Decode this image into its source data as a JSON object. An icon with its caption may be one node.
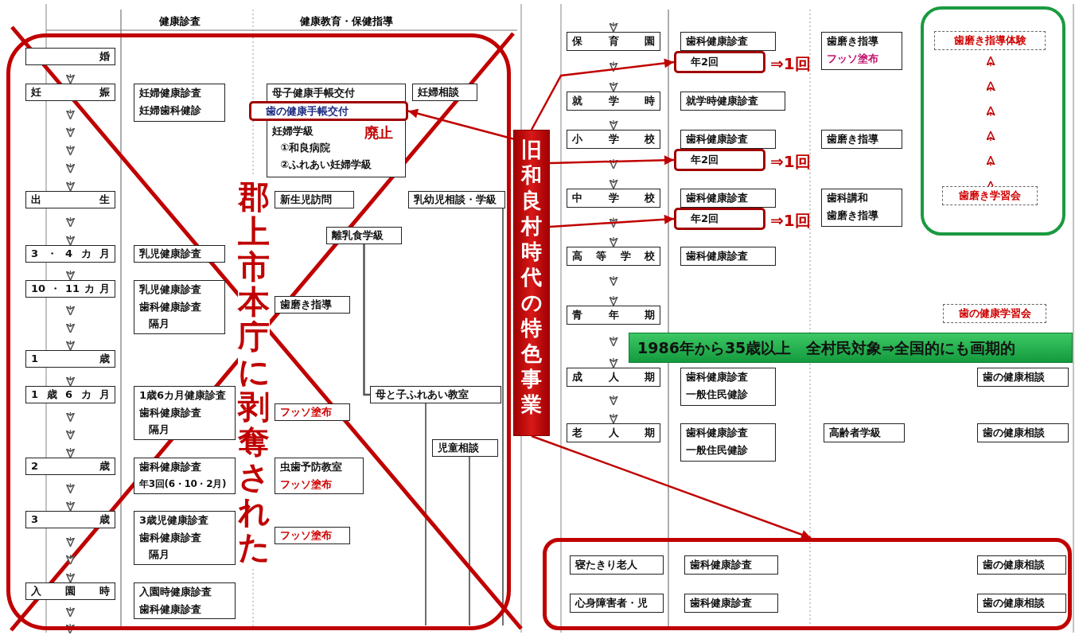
{
  "diagram": {
    "nodes": [
      {
        "text": [],
        "shape": "box"
      },
      {
        "text": [
          "婚"
        ],
        "in": 0
      },
      {
        "text": [
          "妊娠"
        ],
        "in": 0
      },
      {
        "text": [
          "妊婦健康診査",
          "妊婦歯科健診"
        ],
        "in": 0
      },
      {
        "text": [
          "母子健康手帳交付",
          "妊婦学級",
          "①和良病院",
          "②ふれあい妊婦学級"
        ],
        "in": 0
      },
      {
        "text": [
          "歯の健康手帳交付"
        ],
        "beside": [
          "廃止"
        ],
        "in": 0
      },
      {
        "text": [
          "妊婦相談"
        ],
        "in": 0
      },
      {
        "text": [
          "出生"
        ],
        "in": 0
      },
      {
        "text": [
          "新生児訪問"
        ],
        "in": 0
      },
      {
        "text": [
          "乳幼児相談・学級"
        ],
        "in": 0
      },
      {
        "text": [
          "3・4カ月"
        ],
        "in": 0
      },
      {
        "text": [
          "乳児健康診査"
        ],
        "in": 0
      },
      {
        "text": [
          "10・11カ月"
        ],
        "in": 0
      },
      {
        "text": [
          "乳児健康診査",
          "歯科健康診査",
          "隔月"
        ],
        "in": 0
      },
      {
        "text": [
          "離乳食学級"
        ],
        "in": 0
      },
      {
        "text": [
          "歯磨き指導"
        ],
        "in": 0
      },
      {
        "text": [
          "1歳"
        ],
        "in": 0
      },
      {
        "text": [
          "1歳6カ月"
        ],
        "in": 0
      },
      {
        "text": [
          "1歳6カ月健康診査",
          "歯科健康診査",
          "隔月"
        ],
        "in": 0
      },
      {
        "text": [
          "フッソ塗布"
        ],
        "in": 0
      },
      {
        "text": [
          "母と子ふれあい教室"
        ],
        "in": 0
      },
      {
        "text": [
          "児童相談"
        ],
        "in": 0
      },
      {
        "text": [
          "2歳"
        ],
        "in": 0
      },
      {
        "text": [
          "歯科健康診査",
          "年3回(6・10・2月)"
        ],
        "in": 0
      },
      {
        "text": [
          "虫歯予防教室",
          "フッソ塗布"
        ],
        "in": 0
      },
      {
        "text": [
          "3歳"
        ],
        "in": 0
      },
      {
        "text": [
          "3歳児健康診査",
          "歯科健康診査",
          "隔月"
        ],
        "in": 0
      },
      {
        "text": [
          "フッソ塗布"
        ],
        "in": 0
      },
      {
        "text": [
          "入園時"
        ],
        "in": 0
      },
      {
        "text": [
          "入園時健康診査",
          "歯科健康診査"
        ],
        "in": 0
      },
      {
        "text": [
          "旧和良村時代の特色事業"
        ]
      },
      {
        "text": [],
        "shape": "box"
      },
      {
        "text": [
          "歯磨き指導体験"
        ],
        "in": 31
      },
      {
        "text": [
          "歯磨き学習会"
        ],
        "in": 31
      },
      {
        "text": [
          "保育園"
        ]
      },
      {
        "text": [
          "歯科健康診査"
        ]
      },
      {
        "text": [
          "年2回"
        ],
        "beside": [
          "⇒1回"
        ]
      },
      {
        "text": [
          "歯磨き指導",
          "フッソ塗布"
        ]
      },
      {
        "text": [
          "就学時"
        ]
      },
      {
        "text": [
          "就学時健康診査"
        ]
      },
      {
        "text": [
          "小学校"
        ]
      },
      {
        "text": [
          "歯科健康診査"
        ]
      },
      {
        "text": [
          "年2回"
        ],
        "beside": [
          "⇒1回"
        ]
      },
      {
        "text": [
          "歯磨き指導"
        ]
      },
      {
        "text": [
          "中学校"
        ]
      },
      {
        "text": [
          "歯科健康診査"
        ]
      },
      {
        "text": [
          "年2回"
        ],
        "beside": [
          "⇒1回"
        ]
      },
      {
        "text": [
          "歯科講和",
          "歯磨き指導"
        ]
      },
      {
        "text": [
          "高等学校"
        ]
      },
      {
        "text": [
          "歯科健康診査"
        ]
      },
      {
        "text": [
          "青年期"
        ]
      },
      {
        "text": [
          "歯の健康学習会"
        ]
      },
      {
        "text": [
          "1986年から35歳以上　全村民対象⇒全国的にも画期的"
        ]
      },
      {
        "text": [
          "成人期"
        ]
      },
      {
        "text": [
          "歯科健康診査",
          "一般住民健診"
        ]
      },
      {
        "text": [
          "歯の健康相談"
        ]
      },
      {
        "text": [
          "老人期"
        ]
      },
      {
        "text": [
          "歯科健康診査",
          "一般住民健診"
        ]
      },
      {
        "text": [
          "高齢者学級"
        ]
      },
      {
        "text": [
          "歯の健康相談"
        ]
      },
      {
        "text": [],
        "shape": "box"
      },
      {
        "text": [
          "寝たきり老人"
        ],
        "in": 60
      },
      {
        "text": [
          "歯科健康診査"
        ],
        "in": 60
      },
      {
        "text": [
          "歯の健康相談"
        ],
        "in": 60
      },
      {
        "text": [
          "心身障害者・児"
        ],
        "in": 60
      },
      {
        "text": [
          "歯科健康診査"
        ],
        "in": 60
      },
      {
        "text": [
          "歯の健康相談"
        ],
        "in": 60
      }
    ],
    "edges": [
      {
        "from": 1,
        "to": 2,
        "arrow": "to",
        "style": "dashed"
      },
      {
        "from": 2,
        "to": 7,
        "arrow": "to",
        "style": "dashed"
      },
      {
        "from": 7,
        "to": 10,
        "arrow": "to",
        "style": "dashed"
      },
      {
        "from": 10,
        "to": 12,
        "arrow": "to",
        "style": "dashed"
      },
      {
        "from": 12,
        "to": 16,
        "arrow": "to",
        "style": "dashed"
      },
      {
        "from": 16,
        "to": 17,
        "arrow": "to",
        "style": "dashed"
      },
      {
        "from": 17,
        "to": 22,
        "arrow": "to",
        "style": "dashed"
      },
      {
        "from": 22,
        "to": 25,
        "arrow": "to",
        "style": "dashed"
      },
      {
        "from": 25,
        "to": 28,
        "arrow": "to",
        "style": "dashed"
      },
      {
        "from": 28,
        "to": null,
        "arrow": "to",
        "style": "dashed"
      },
      {
        "from": null,
        "to": 34,
        "arrow": "to",
        "style": "dashed"
      },
      {
        "from": 34,
        "to": 38,
        "arrow": "to",
        "style": "dashed"
      },
      {
        "from": 38,
        "to": 40,
        "arrow": "to",
        "style": "dashed"
      },
      {
        "from": 40,
        "to": 44,
        "arrow": "to",
        "style": "dashed"
      },
      {
        "from": 44,
        "to": 48,
        "arrow": "to",
        "style": "dashed"
      },
      {
        "from": 48,
        "to": 50,
        "arrow": "to",
        "style": "dashed"
      },
      {
        "from": 50,
        "to": 53,
        "arrow": "to",
        "style": "dashed"
      },
      {
        "from": 53,
        "to": 56,
        "arrow": "to",
        "style": "dashed"
      },
      {
        "from": 14,
        "to": 20,
        "arrow": "none"
      },
      {
        "from": 33,
        "to": 32,
        "arrow": "to",
        "style": "dashed",
        "color": "#c00000"
      },
      {
        "from": 30,
        "to": 5,
        "arrow": "to",
        "color": "#c00000"
      },
      {
        "from": 30,
        "to": 36,
        "arrow": "to",
        "color": "#c00000"
      },
      {
        "from": 30,
        "to": 42,
        "arrow": "to",
        "color": "#c00000"
      },
      {
        "from": 30,
        "to": 46,
        "arrow": "to",
        "color": "#c00000"
      },
      {
        "from": 30,
        "to": 60,
        "arrow": "to",
        "color": "#c00000"
      }
    ],
    "labels": [
      "健康診査",
      "健康教育・保健指導",
      "郡上市本庁に剥奪された"
    ]
  }
}
